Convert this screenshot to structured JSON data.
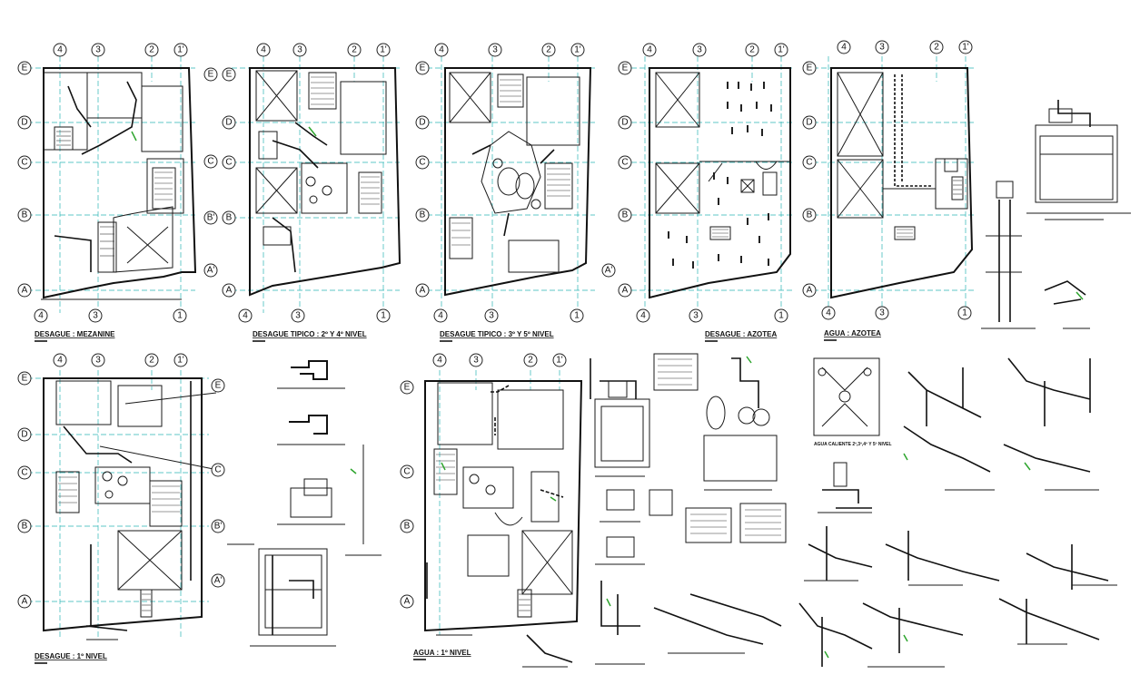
{
  "drawing": {
    "plan_titles": [
      "DESAGUE : MEZANINE",
      "DESAGUE TIPICO : 2º Y 4º NIVEL",
      "DESAGUE TIPICO : 3º Y 5º NIVEL",
      "DESAGUE : AZOTEA",
      "AGUA : AZOTEA",
      "DESAGUE : 1º NIVEL",
      "AGUA : 1º NIVEL"
    ],
    "detail_label": "AGUA CALIENTE 2º,3º,4º Y 5º NIVEL",
    "top_axis_labels": [
      "4",
      "3",
      "2",
      "1'"
    ],
    "bottom_axis_labels": [
      "4",
      "3",
      "1"
    ],
    "left_axis_labels": [
      "E",
      "D",
      "C",
      "B",
      "A"
    ],
    "right_axis_labels": [
      "E",
      "C",
      "B'",
      "A'"
    ],
    "colors": {
      "grid_line": "#2bb5b5",
      "linework": "#1a1a1a",
      "highlight_pipe": "#2ea52e",
      "background": "#ffffff"
    }
  }
}
